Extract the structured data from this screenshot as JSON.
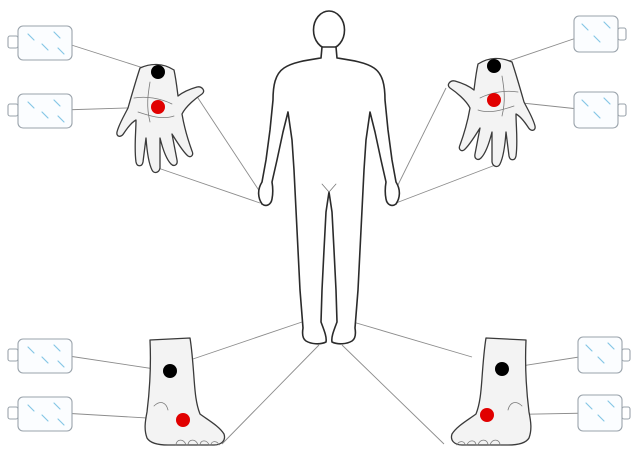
{
  "diagram": {
    "electrode_colors": {
      "black": "#000000",
      "red": "#e10000"
    },
    "pad_color": "#86c7e6",
    "placements": [
      {
        "limb": "right-hand",
        "electrodes": [
          "black",
          "red"
        ]
      },
      {
        "limb": "left-hand",
        "electrodes": [
          "black",
          "red"
        ]
      },
      {
        "limb": "right-ankle",
        "electrodes": [
          "black",
          "red"
        ]
      },
      {
        "limb": "left-ankle",
        "electrodes": [
          "black",
          "red"
        ]
      }
    ]
  }
}
